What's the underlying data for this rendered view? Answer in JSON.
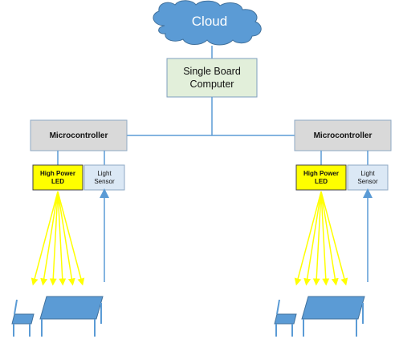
{
  "cloud": {
    "label": "Cloud",
    "color": "#5b9bd5"
  },
  "sbc": {
    "label": "Single Board\nComputer",
    "fill": "#e2efda",
    "border": "#7f9fbf"
  },
  "microcontrollers": [
    {
      "label": "Microcontroller"
    },
    {
      "label": "Microcontroller"
    }
  ],
  "leds": [
    {
      "label": "High Power\nLED",
      "fill": "#ffff00"
    },
    {
      "label": "High Power\nLED",
      "fill": "#ffff00"
    }
  ],
  "light_sensors": [
    {
      "label": "Light\nSensor",
      "fill": "#dbe8f5"
    },
    {
      "label": "Light\nSensor",
      "fill": "#dbe8f5"
    }
  ],
  "colors": {
    "connector": "#5b9bd5",
    "microcontroller_fill": "#d9d9d9",
    "light_ray": "#ffff00",
    "furniture": "#5b9bd5"
  },
  "icons": [
    "cloud-icon",
    "desk-icon",
    "chair-icon",
    "light-ray-arrows",
    "sensor-arrow"
  ]
}
